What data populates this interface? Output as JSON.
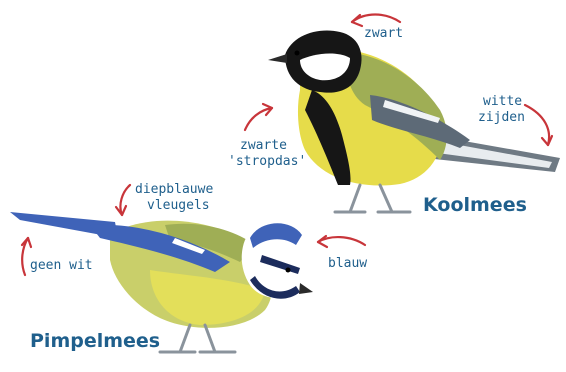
{
  "birds": {
    "koolmees": {
      "name": "Koolmees",
      "labels": {
        "zwart": "zwart",
        "witte": "witte",
        "zijden": "zijden",
        "zwarte": "zwarte",
        "stropdas": "'stropdas'"
      }
    },
    "pimpelmees": {
      "name": "Pimpelmees",
      "labels": {
        "diepblauwe": "diepblauwe",
        "vleugels": "vleugels",
        "geen_wit": "geen wit",
        "blauw": "blauw"
      }
    }
  },
  "colors": {
    "label_text": "#1f5f8c",
    "arrow": "#c8353a",
    "blue_plumage": "#3f63b8",
    "yellow_plumage": "#e6dc4a",
    "black_plumage": "#161616"
  }
}
